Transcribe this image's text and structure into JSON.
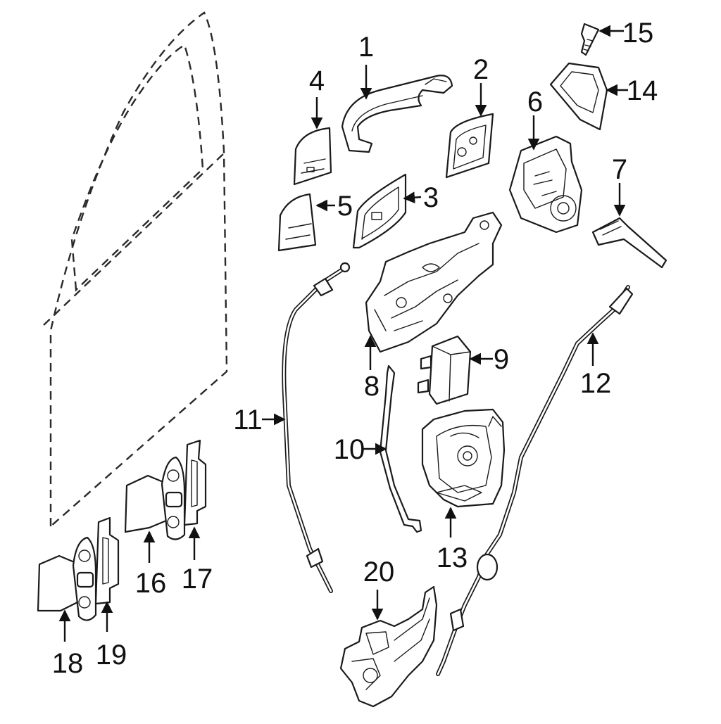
{
  "diagram": {
    "callouts": [
      {
        "id": "1",
        "label": "1"
      },
      {
        "id": "2",
        "label": "2"
      },
      {
        "id": "3",
        "label": "3"
      },
      {
        "id": "4",
        "label": "4"
      },
      {
        "id": "5",
        "label": "5"
      },
      {
        "id": "6",
        "label": "6"
      },
      {
        "id": "7",
        "label": "7"
      },
      {
        "id": "8",
        "label": "8"
      },
      {
        "id": "9",
        "label": "9"
      },
      {
        "id": "10",
        "label": "10"
      },
      {
        "id": "11",
        "label": "11"
      },
      {
        "id": "12",
        "label": "12"
      },
      {
        "id": "13",
        "label": "13"
      },
      {
        "id": "14",
        "label": "14"
      },
      {
        "id": "15",
        "label": "15"
      },
      {
        "id": "16",
        "label": "16"
      },
      {
        "id": "17",
        "label": "17"
      },
      {
        "id": "18",
        "label": "18"
      },
      {
        "id": "19",
        "label": "19"
      },
      {
        "id": "20",
        "label": "20"
      }
    ]
  }
}
